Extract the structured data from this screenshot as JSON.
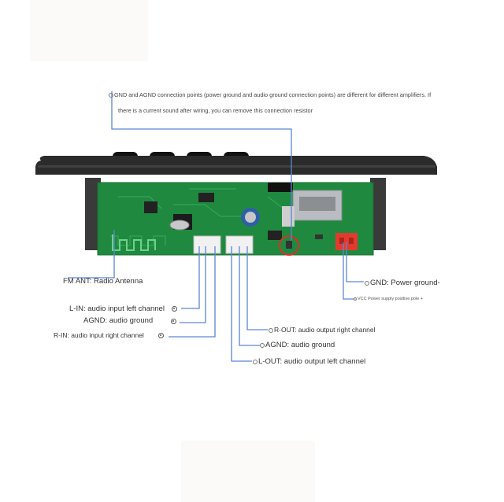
{
  "notes": {
    "line1": "GND and AGND connection points (power ground and audio ground connection points) are different for different amplifiers. If",
    "line2": "there is a current sound after wiring, you can remove this connection resistor"
  },
  "labels": {
    "fm_ant": "FM ANT: Radio Antenna",
    "gnd": "GND: Power ground-",
    "vcc": "VCC Power supply positive pole +",
    "l_in": "L-IN: audio input left channel",
    "agnd_left": "AGND: audio ground",
    "r_in": "R-IN: audio input right channel",
    "r_out": "R-OUT: audio output right channel",
    "agnd_right": "AGND: audio ground",
    "l_out": "L-OUT: audio output left channel"
  },
  "colors": {
    "line": "#5b86d6",
    "pcb": "#1f8a3f",
    "panel": "#2a2a2a",
    "connector_red": "#e23b2e",
    "highlight_circle": "#d9302a"
  }
}
